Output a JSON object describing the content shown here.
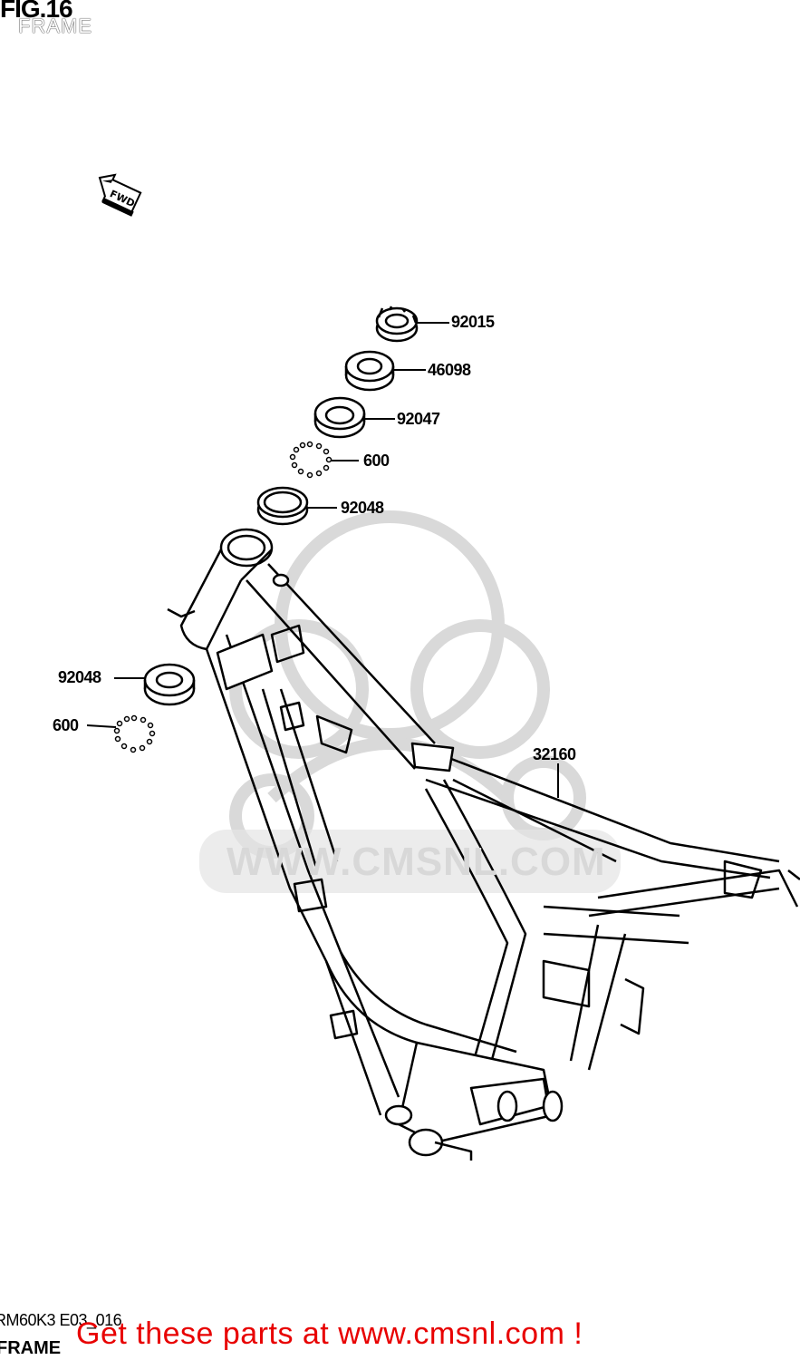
{
  "header": {
    "figure_number": "FIG.16",
    "figure_title": "FRAME"
  },
  "direction_marker": {
    "label": "FWD",
    "icon": "fwd-arrow-icon"
  },
  "parts": [
    {
      "number": "92015"
    },
    {
      "number": "46098"
    },
    {
      "number": "92047"
    },
    {
      "number": "600"
    },
    {
      "number": "92048"
    },
    {
      "number": "92048"
    },
    {
      "number": "600"
    },
    {
      "number": "32160"
    }
  ],
  "watermark": {
    "text": "WWW.CMSNL.COM",
    "logo_text": "CMS",
    "color": "#d8d8d8"
  },
  "footer": {
    "drawing_code": "RM60K3 E03_016",
    "drawing_name": "FRAME",
    "promo": "Get these parts at www.cmsnl.com !",
    "promo_color": "#e80000"
  }
}
